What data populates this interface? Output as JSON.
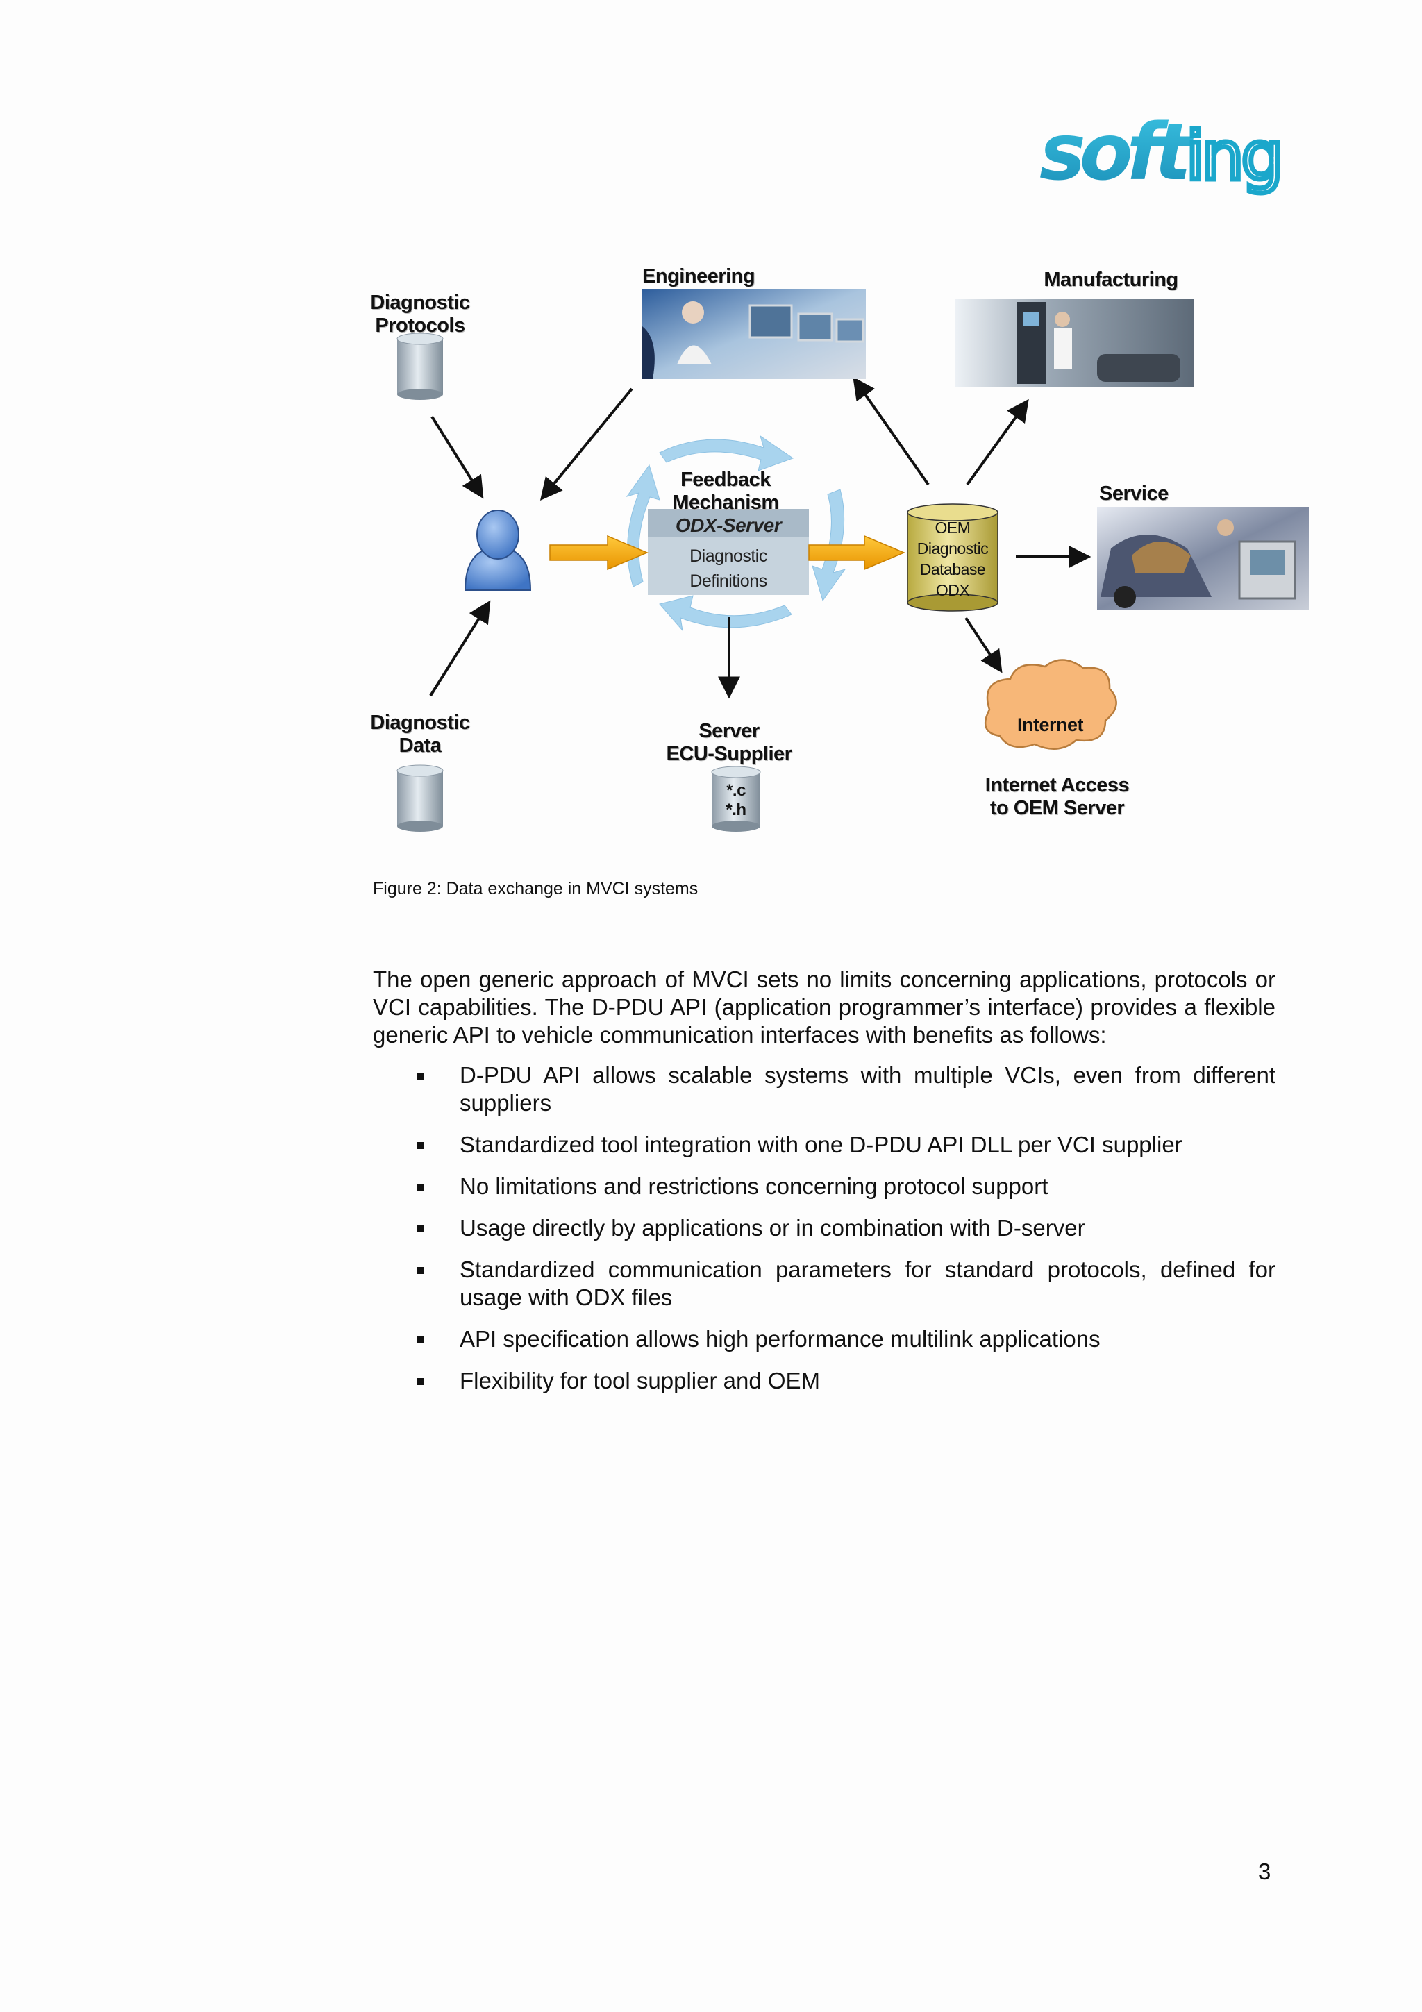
{
  "logo": {
    "text": "softing",
    "color": "#1aa4c8"
  },
  "figure": {
    "labels": {
      "diagnostic_protocols": [
        "Diagnostic",
        "Protocols"
      ],
      "engineering": "Engineering",
      "manufacturing": "Manufacturing",
      "feedback": "Feedback Mechanism",
      "service": "Service",
      "odx_server_title": "ODX-Server",
      "odx_server_body": [
        "Diagnostic",
        "Definitions"
      ],
      "oem_db": [
        "OEM",
        "Diagnostic",
        "Database",
        "ODX"
      ],
      "diagnostic_data": [
        "Diagnostic",
        "Data"
      ],
      "server_supplier": [
        "Server",
        "ECU-Supplier"
      ],
      "source_files": [
        "*.c",
        "*.h"
      ],
      "internet": "Internet",
      "internet_access": [
        "Internet Access",
        "to OEM Server"
      ]
    },
    "colors": {
      "arrow_orange": "#f5a400",
      "feedback_blue": "#a9d4ee",
      "db_yellow": "#d9cc72",
      "cylinder_grey": "#b7c4cf",
      "person_blue": "#5b8fd6",
      "cloud_orange": "#f7b778"
    }
  },
  "caption": "Figure 2:  Data exchange in MVCI systems",
  "intro": "The open generic approach of MVCI sets no limits concerning applications, protocols or VCI capabilities. The D-PDU API (application programmer’s interface) provides a flexible generic API to vehicle communication interfaces with benefits as follows:",
  "bullets": [
    "D-PDU API allows scalable systems with multiple VCIs, even from different suppliers",
    "Standardized tool integration with one D-PDU API DLL per VCI supplier",
    "No limitations and restrictions concerning protocol support",
    "Usage directly by applications or in combination with D-server",
    "Standardized communication parameters for standard protocols, defined for usage with ODX files",
    "API specification allows high performance multilink applications",
    "Flexibility for tool supplier and OEM"
  ],
  "page_number": "3"
}
